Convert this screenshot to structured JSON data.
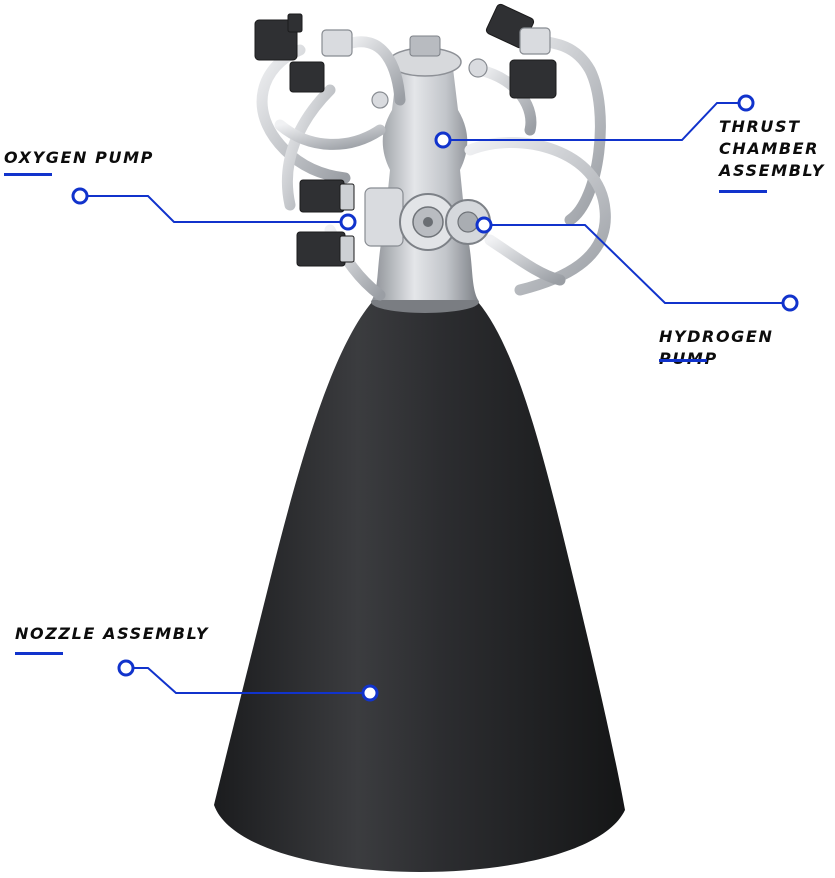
{
  "callouts": {
    "oxygen_pump": "OXYGEN PUMP",
    "thrust_chamber": "THRUST\nCHAMBER\nASSEMBLY",
    "hydrogen_pump": "HYDROGEN PUMP",
    "nozzle_assembly": "NOZZLE ASSEMBLY"
  },
  "colors": {
    "accent_blue": "#1133cc",
    "label_text": "#0c0c0c",
    "nozzle": "#2a2b2d",
    "metal": "#c9ccd0",
    "actuator": "#2f3033"
  }
}
